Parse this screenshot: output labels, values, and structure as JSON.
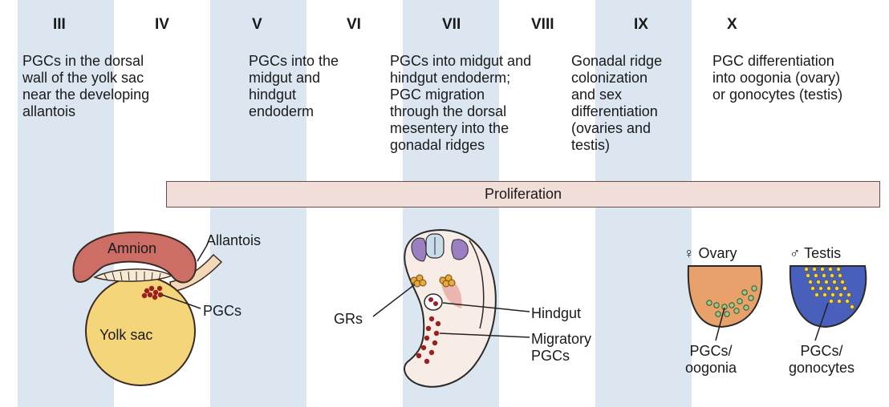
{
  "stages": [
    "III",
    "IV",
    "V",
    "VI",
    "VII",
    "VIII",
    "IX",
    "X"
  ],
  "descriptions": [
    "PGCs in the dorsal\nwall of the yolk sac\nnear the developing\nallantois",
    "PGCs into the\nmidgut and\nhindgut\nendoderm",
    "PGCs into midgut and\nhindgut endoderm;\nPGC migration\nthrough the dorsal\nmesentery into the\ngonadal ridges",
    "Gonadal ridge\ncolonization\nand sex\ndifferentiation\n(ovaries and\ntestis)",
    "PGC differentiation\ninto oogonia (ovary)\nor gonocytes (testis)"
  ],
  "proliferation_label": "Proliferation",
  "embryo_early": {
    "amnion": "Amnion",
    "allantois": "Allantois",
    "pgcs": "PGCs",
    "yolk_sac": "Yolk sac"
  },
  "embryo_late": {
    "grs": "GRs",
    "hindgut": "Hindgut",
    "migratory_pgcs": "Migratory\nPGCs"
  },
  "gonads": {
    "ovary_title": "♀ Ovary",
    "testis_title": "♂ Testis",
    "ovary_label": "PGCs/\noogonia",
    "testis_label": "PGCs/\ngonocytes"
  },
  "colors": {
    "stripe": "#dbe6f0",
    "amnion": "#cc6e66",
    "yolk_sac": "#f4d57a",
    "ovary": "#e8a16a",
    "testis": "#4860bb",
    "pgc": "#9a2020"
  }
}
